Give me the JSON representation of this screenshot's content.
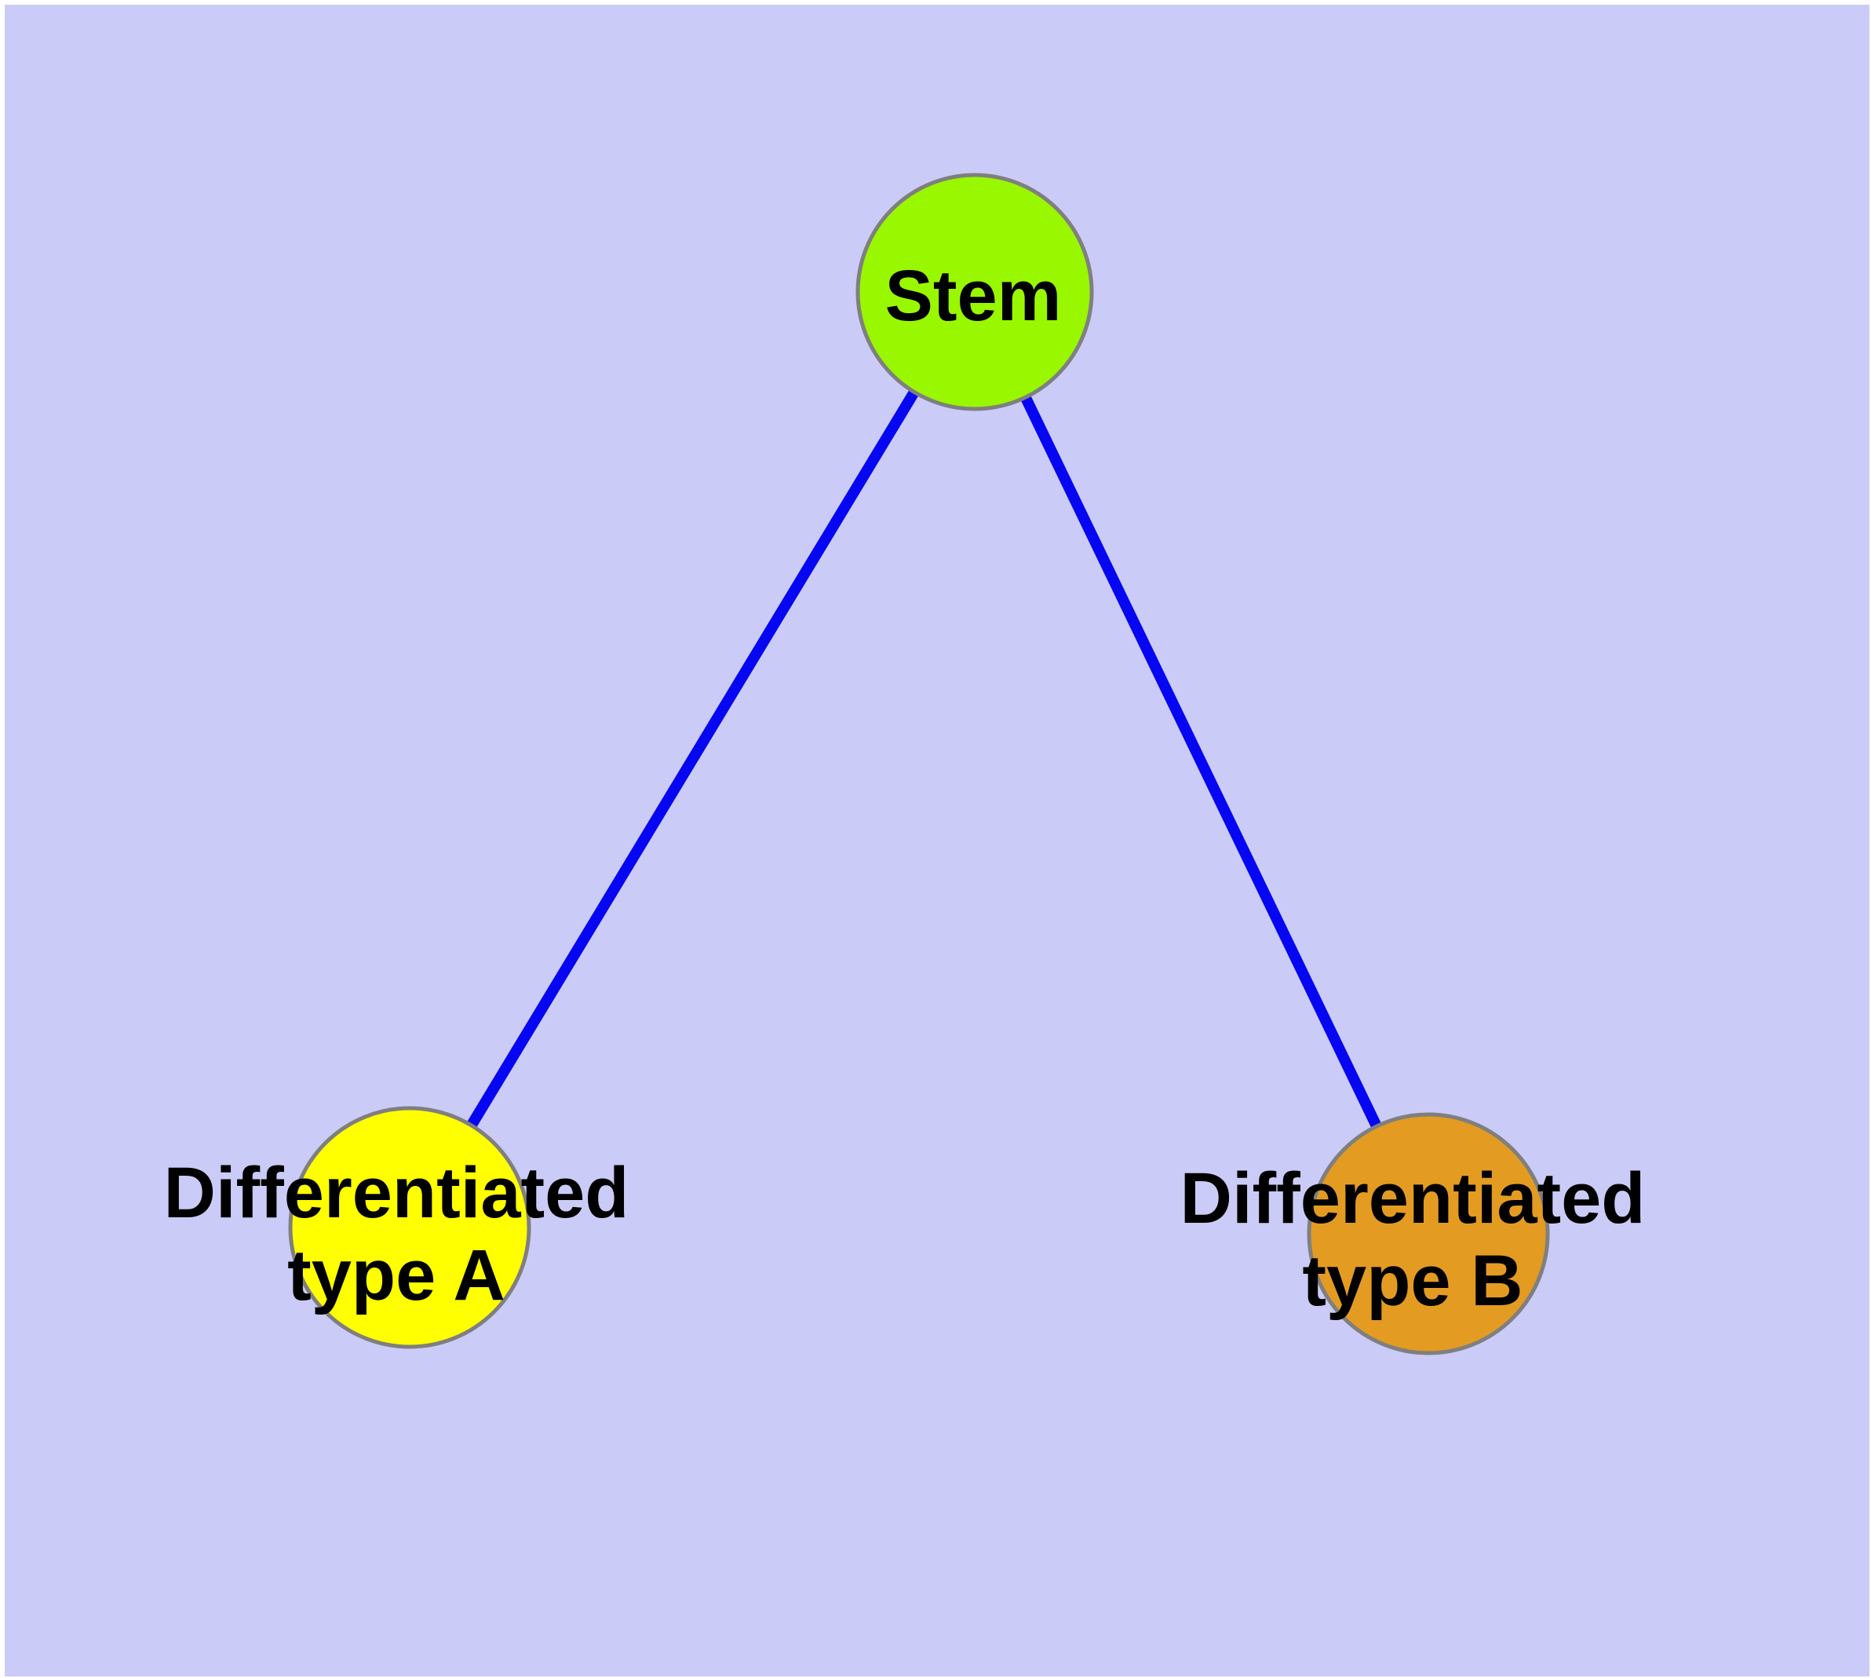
{
  "diagram": {
    "type": "node-link-graph",
    "background_color": "#CBCBF8",
    "margin_color": "#FFFFFF",
    "edge_color": "#0606F2",
    "node_border_color": "#7F7F7F",
    "label_color": "#000000",
    "nodes": [
      {
        "id": "stem",
        "label": "Stem",
        "fill": "#99F700"
      },
      {
        "id": "differentiated-a",
        "label_line1": "Differentiated",
        "label_line2": "type A",
        "fill": "#FFFF00"
      },
      {
        "id": "differentiated-b",
        "label_line1": "Differentiated",
        "label_line2": "type B",
        "fill": "#E49B22"
      }
    ],
    "edges": [
      {
        "from": "Stem",
        "to": "Differentiated type A"
      },
      {
        "from": "Stem",
        "to": "Differentiated type B"
      }
    ]
  }
}
